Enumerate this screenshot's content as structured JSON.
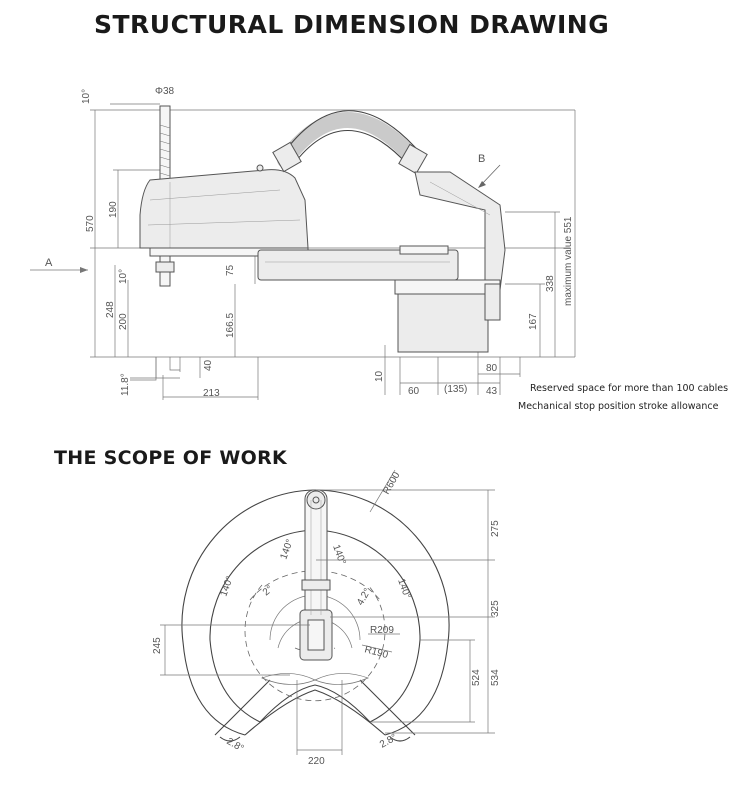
{
  "titles": {
    "structural": "STRUCTURAL DIMENSION DRAWING",
    "scope": "THE SCOPE OF WORK"
  },
  "notes": {
    "cables": "Reserved space for more than 100 cables",
    "stop": "Mechanical stop position stroke allowance"
  },
  "side_view": {
    "view_a": "A",
    "view_b": "B",
    "dims": {
      "d10_top": "10°",
      "phi38": "Φ38",
      "d570": "570",
      "d190": "190",
      "d10_mid": "10°",
      "d248": "248",
      "d200": "200",
      "d75": "75",
      "d166_5": "166.5",
      "d40": "40",
      "d11_8": "11.8°",
      "d213": "213",
      "d10_bot": "10",
      "d60": "60",
      "d135": "(135)",
      "d43": "43",
      "d80": "80",
      "d167": "167",
      "d338": "338",
      "d551": "maximum value 551"
    }
  },
  "scope_view": {
    "dims": {
      "r600": "R600",
      "d275": "275",
      "d325": "325",
      "d524": "524",
      "d534": "534",
      "d245": "245",
      "d220": "220",
      "a140_l": "140°",
      "a140_r": "140°",
      "a140_tl": "140°",
      "a140_tr": "140°",
      "a2_l": "2°",
      "a4_2": "4.2°",
      "r209": "R209",
      "r190": "R190",
      "a2_8_l": "2.8°",
      "a2_8_r": "2.8°"
    }
  }
}
